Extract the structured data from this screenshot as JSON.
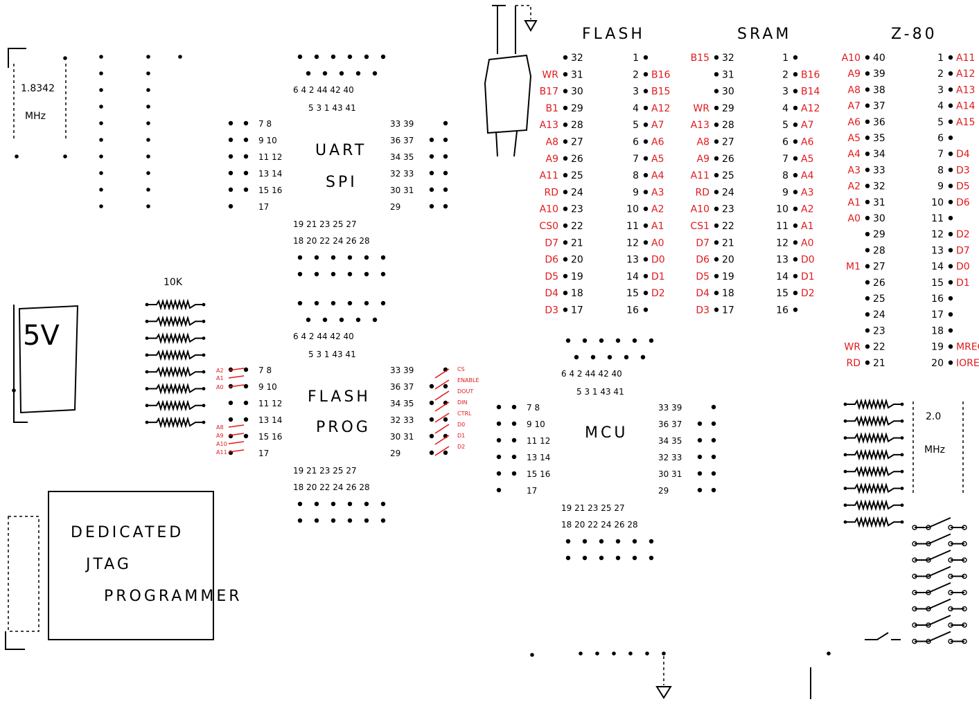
{
  "labels": {
    "flash_title": "FLASH",
    "sram_title": "SRAM",
    "z80_title": "Z-80",
    "uart": "UART",
    "spi": "SPI",
    "flash_prog_1": "FLASH",
    "flash_prog_2": "PROG",
    "mcu": "MCU",
    "osc1_freq": "1.8342",
    "osc1_unit": "MHz",
    "osc2_freq": "2.0",
    "osc2_unit": "MHz",
    "resistor": "10K",
    "power": "5V",
    "jtag_1": "DEDICATED",
    "jtag_2": "JTAG",
    "jtag_3": "PROGRAMMER"
  },
  "plcc": {
    "top_row_a": "6 4 2 44 42 40",
    "top_row_b": "5 3 1 43 41",
    "left_rows": [
      "7 8",
      "9 10",
      "11 12",
      "13 14",
      "15 16",
      "17"
    ],
    "right_rows": [
      "33 39",
      "36 37",
      "34 35",
      "32 33",
      "30 31",
      "29"
    ],
    "bottom_row_a": "19 21 23 25 27",
    "bottom_row_b": "18 20 22 24 26 28"
  },
  "flash_chip": {
    "left": [
      {
        "sig": "",
        "pin": "32"
      },
      {
        "sig": "WR",
        "pin": "31"
      },
      {
        "sig": "B17",
        "pin": "30"
      },
      {
        "sig": "B1",
        "pin": "29"
      },
      {
        "sig": "A13",
        "pin": "28"
      },
      {
        "sig": "A8",
        "pin": "27"
      },
      {
        "sig": "A9",
        "pin": "26"
      },
      {
        "sig": "A11",
        "pin": "25"
      },
      {
        "sig": "RD",
        "pin": "24"
      },
      {
        "sig": "A10",
        "pin": "23"
      },
      {
        "sig": "CS0",
        "pin": "22"
      },
      {
        "sig": "D7",
        "pin": "21"
      },
      {
        "sig": "D6",
        "pin": "20"
      },
      {
        "sig": "D5",
        "pin": "19"
      },
      {
        "sig": "D4",
        "pin": "18"
      },
      {
        "sig": "D3",
        "pin": "17"
      }
    ],
    "right": [
      {
        "pin": "1",
        "sig": ""
      },
      {
        "pin": "2",
        "sig": "B16"
      },
      {
        "pin": "3",
        "sig": "B15"
      },
      {
        "pin": "4",
        "sig": "A12"
      },
      {
        "pin": "5",
        "sig": "A7"
      },
      {
        "pin": "6",
        "sig": "A6"
      },
      {
        "pin": "7",
        "sig": "A5"
      },
      {
        "pin": "8",
        "sig": "A4"
      },
      {
        "pin": "9",
        "sig": "A3"
      },
      {
        "pin": "10",
        "sig": "A2"
      },
      {
        "pin": "11",
        "sig": "A1"
      },
      {
        "pin": "12",
        "sig": "A0"
      },
      {
        "pin": "13",
        "sig": "D0"
      },
      {
        "pin": "14",
        "sig": "D1"
      },
      {
        "pin": "15",
        "sig": "D2"
      },
      {
        "pin": "16",
        "sig": ""
      }
    ]
  },
  "sram_chip": {
    "left": [
      {
        "sig": "B15",
        "pin": "32"
      },
      {
        "sig": "",
        "pin": "31"
      },
      {
        "sig": "",
        "pin": "30"
      },
      {
        "sig": "WR",
        "pin": "29"
      },
      {
        "sig": "A13",
        "pin": "28"
      },
      {
        "sig": "A8",
        "pin": "27"
      },
      {
        "sig": "A9",
        "pin": "26"
      },
      {
        "sig": "A11",
        "pin": "25"
      },
      {
        "sig": "RD",
        "pin": "24"
      },
      {
        "sig": "A10",
        "pin": "23"
      },
      {
        "sig": "CS1",
        "pin": "22"
      },
      {
        "sig": "D7",
        "pin": "21"
      },
      {
        "sig": "D6",
        "pin": "20"
      },
      {
        "sig": "D5",
        "pin": "19"
      },
      {
        "sig": "D4",
        "pin": "18"
      },
      {
        "sig": "D3",
        "pin": "17"
      }
    ],
    "right": [
      {
        "pin": "1",
        "sig": ""
      },
      {
        "pin": "2",
        "sig": "B16"
      },
      {
        "pin": "3",
        "sig": "B14"
      },
      {
        "pin": "4",
        "sig": "A12"
      },
      {
        "pin": "5",
        "sig": "A7"
      },
      {
        "pin": "6",
        "sig": "A6"
      },
      {
        "pin": "7",
        "sig": "A5"
      },
      {
        "pin": "8",
        "sig": "A4"
      },
      {
        "pin": "9",
        "sig": "A3"
      },
      {
        "pin": "10",
        "sig": "A2"
      },
      {
        "pin": "11",
        "sig": "A1"
      },
      {
        "pin": "12",
        "sig": "A0"
      },
      {
        "pin": "13",
        "sig": "D0"
      },
      {
        "pin": "14",
        "sig": "D1"
      },
      {
        "pin": "15",
        "sig": "D2"
      },
      {
        "pin": "16",
        "sig": ""
      }
    ]
  },
  "z80_chip": {
    "left": [
      {
        "pin": "40",
        "sig": "A10"
      },
      {
        "pin": "39",
        "sig": "A9"
      },
      {
        "pin": "38",
        "sig": "A8"
      },
      {
        "pin": "37",
        "sig": "A7"
      },
      {
        "pin": "36",
        "sig": "A6"
      },
      {
        "pin": "35",
        "sig": "A5"
      },
      {
        "pin": "34",
        "sig": "A4"
      },
      {
        "pin": "33",
        "sig": "A3"
      },
      {
        "pin": "32",
        "sig": "A2"
      },
      {
        "pin": "31",
        "sig": "A1"
      },
      {
        "pin": "30",
        "sig": "A0"
      },
      {
        "pin": "29",
        "sig": ""
      },
      {
        "pin": "28",
        "sig": ""
      },
      {
        "pin": "27",
        "sig": "M1"
      },
      {
        "pin": "26",
        "sig": ""
      },
      {
        "pin": "25",
        "sig": ""
      },
      {
        "pin": "24",
        "sig": ""
      },
      {
        "pin": "23",
        "sig": ""
      },
      {
        "pin": "22",
        "sig": "WR"
      },
      {
        "pin": "21",
        "sig": "RD"
      }
    ],
    "right": [
      {
        "sig": "A11",
        "pin": "1"
      },
      {
        "sig": "A12",
        "pin": "2"
      },
      {
        "sig": "A13",
        "pin": "3"
      },
      {
        "sig": "A14",
        "pin": "4"
      },
      {
        "sig": "A15",
        "pin": "5"
      },
      {
        "sig": "",
        "pin": "6"
      },
      {
        "sig": "D4",
        "pin": "7"
      },
      {
        "sig": "D3",
        "pin": "8"
      },
      {
        "sig": "D5",
        "pin": "9"
      },
      {
        "sig": "D6",
        "pin": "10"
      },
      {
        "sig": "",
        "pin": "11"
      },
      {
        "sig": "D2",
        "pin": "12"
      },
      {
        "sig": "D7",
        "pin": "13"
      },
      {
        "sig": "D0",
        "pin": "14"
      },
      {
        "sig": "D1",
        "pin": "15"
      },
      {
        "sig": "",
        "pin": "16"
      },
      {
        "sig": "",
        "pin": "17"
      },
      {
        "sig": "",
        "pin": "18"
      },
      {
        "sig": "MREQ",
        "pin": "19"
      },
      {
        "sig": "IOREQ",
        "pin": "20"
      }
    ]
  },
  "prog_left_signals": [
    "A2",
    "A1",
    "A0",
    "A8",
    "A9",
    "A10",
    "A11"
  ],
  "prog_right_signals": [
    "CS",
    "ENABLE",
    "DOUT",
    "DIN",
    "CTRL",
    "D0",
    "D1",
    "D2"
  ]
}
